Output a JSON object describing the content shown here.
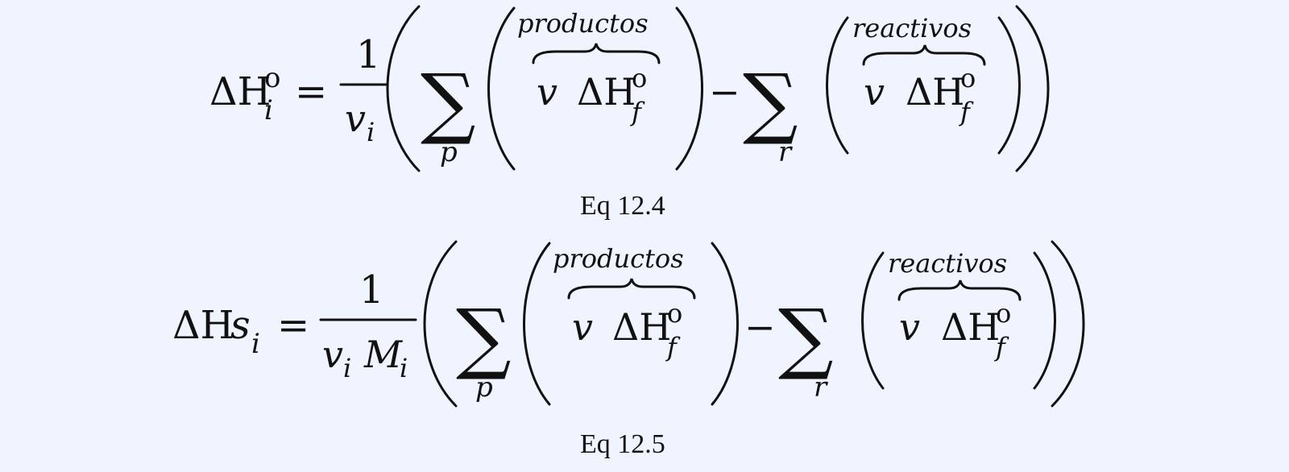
{
  "equations": [
    {
      "lhs_symbol": "ΔH",
      "lhs_sup": "o",
      "lhs_sub": "i",
      "equals": "=",
      "numerator": "1",
      "denominator": [
        "v",
        "i"
      ],
      "sum_symbol": "∑",
      "sum_index_1": "p",
      "brace_label_1": "productos",
      "term_1": [
        "v",
        "ΔH",
        "o",
        "f"
      ],
      "minus": "−",
      "sum_index_2": "r",
      "brace_label_2": "reactivos",
      "term_2": [
        "v",
        "ΔH",
        "o",
        "f"
      ],
      "caption": "Eq 12.4"
    },
    {
      "lhs_symbol": "ΔH",
      "lhs_s": "s",
      "lhs_sub": "i",
      "equals": "=",
      "numerator": "1",
      "denominator": [
        "v",
        "i",
        "M",
        "i"
      ],
      "sum_symbol": "∑",
      "sum_index_1": "p",
      "brace_label_1": "productos",
      "term_1": [
        "v",
        "ΔH",
        "o",
        "f"
      ],
      "minus": "−",
      "sum_index_2": "r",
      "brace_label_2": "reactivos",
      "term_2": [
        "v",
        "ΔH",
        "o",
        "f"
      ],
      "caption": "Eq 12.5"
    }
  ]
}
